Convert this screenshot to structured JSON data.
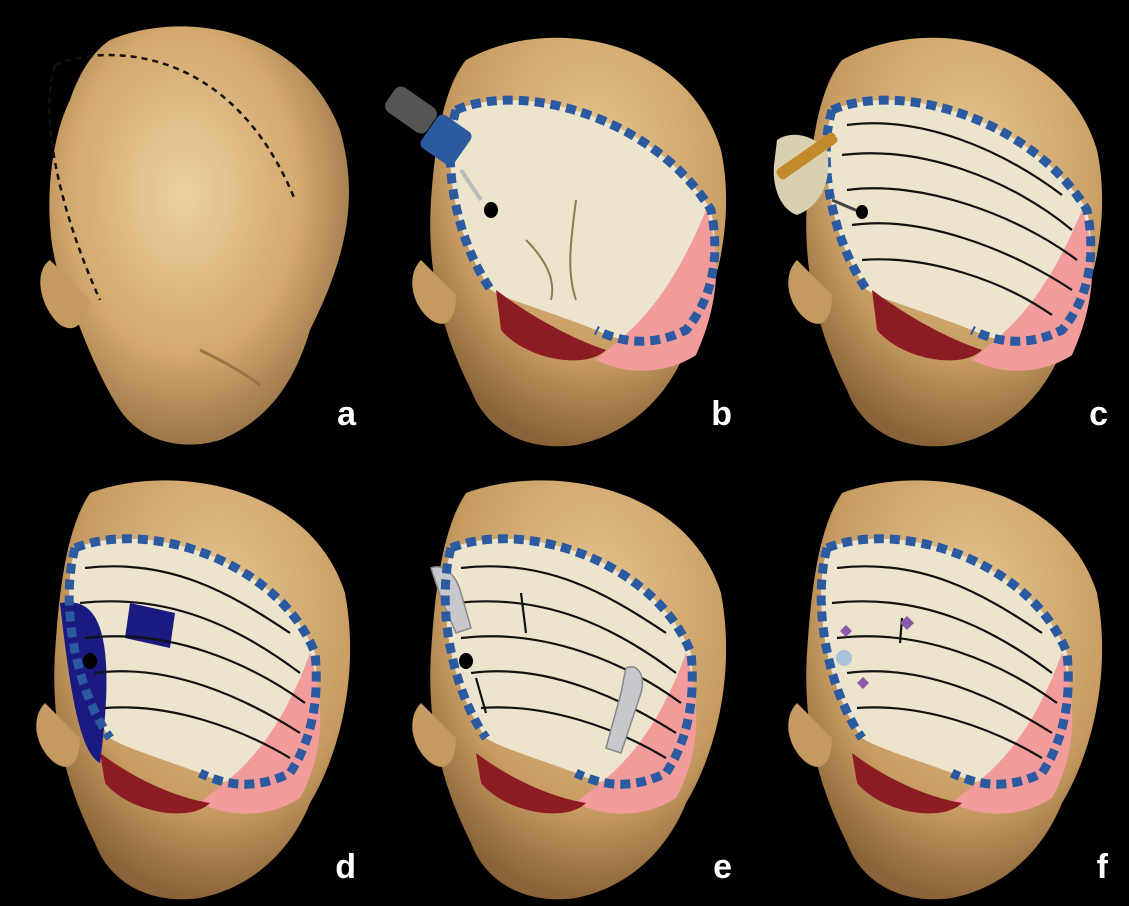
{
  "panels": [
    {
      "label": "a"
    },
    {
      "label": "b"
    },
    {
      "label": "c"
    },
    {
      "label": "d"
    },
    {
      "label": "e"
    },
    {
      "label": "f"
    }
  ],
  "colors": {
    "background": "#000000",
    "skin": "#d9b27a",
    "skin_shadow": "#9c7448",
    "bone": "#ece6cf",
    "dura_pink": "#f29b9b",
    "muscle_red": "#8c1c24",
    "clip_blue": "#2c5aa0",
    "cut_line": "#111111",
    "dark_blue_region": "#1a1a80",
    "plate_purple": "#8a5aa8"
  },
  "icons": [
    "head-icon",
    "drill-icon",
    "hand-tool-icon",
    "bone-bender-icon",
    "plate-icon"
  ]
}
